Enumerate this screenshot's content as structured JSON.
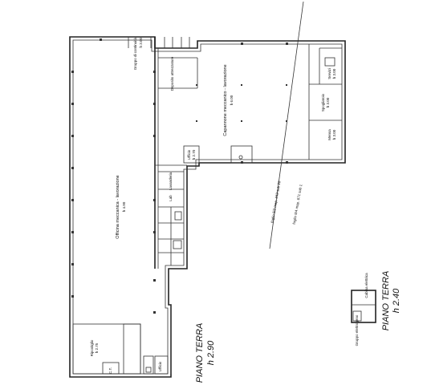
{
  "ground_floor": {
    "title": "PIANO TERRA",
    "height": "h 2.90"
  },
  "annex": {
    "title": "PIANO TERRA",
    "height": "h 2.40",
    "label_a": "Gruppo elettrogeno",
    "label_b": "Cabina elettrica"
  },
  "rooms": {
    "gruppo": "Gruppo di continuità",
    "gruppo_h": "h 3.00",
    "officina_main": "Officina meccanica - lavorazione",
    "officina_main_h": "h 4.90",
    "capannone": "Capannone meccanico - lavorazione",
    "capannone_h": "h 6.00",
    "deposito": "Deposito attrezzature",
    "servizi": "Servizi",
    "servizi_h": "h 3.00",
    "spogliatoio": "Spogliatoio",
    "spogliatoio_h": "h 3.00",
    "mensa": "Mensa",
    "mensa_h": "h 3.00",
    "ufficio_a": "Ufficio",
    "ufficio_a_h": "h 2.70",
    "lavanderia": "Lavanderia",
    "lab": "Lab",
    "ripostiglio": "Ripostiglio",
    "ripostiglio_h": "h 2.75",
    "centrale": "C.T.",
    "ufficio_b": "Ufficio"
  },
  "cadastral": {
    "line1": "foglio 8/2 map. 243 sub 20",
    "line2": "foglio 8/4 map. 671 sub 1"
  }
}
